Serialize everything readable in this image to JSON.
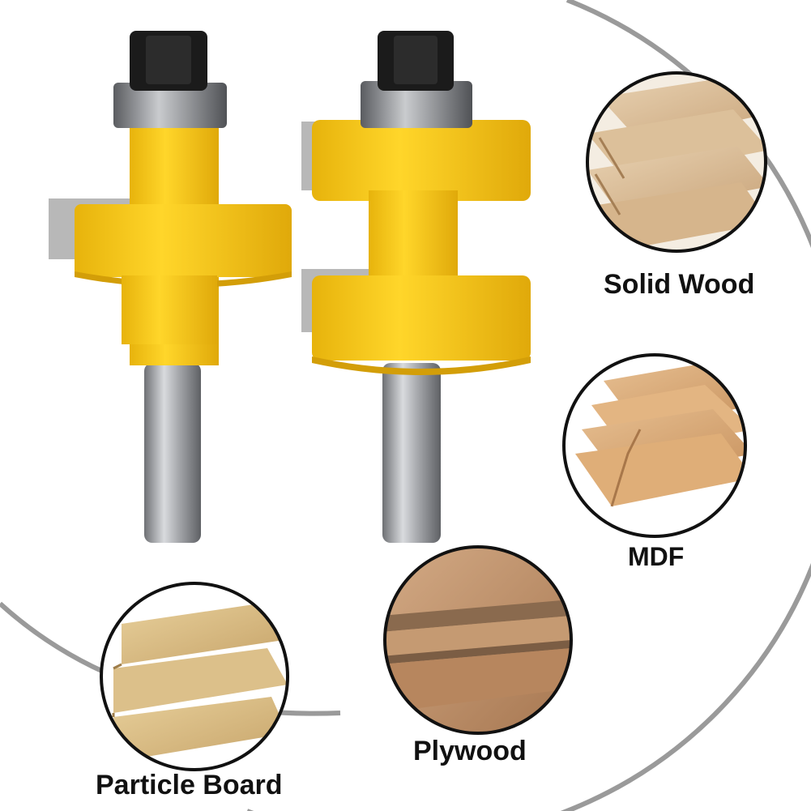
{
  "materials": [
    {
      "id": "solid-wood",
      "label": "Solid Wood"
    },
    {
      "id": "mdf",
      "label": "MDF"
    },
    {
      "id": "plywood",
      "label": "Plywood"
    },
    {
      "id": "particle-board",
      "label": "Particle Board"
    }
  ],
  "colors": {
    "bit_body": "#f2c318",
    "bit_shadow": "#d9a50c",
    "shank": "#b7b9bd",
    "arc": "#9a9a9a"
  }
}
